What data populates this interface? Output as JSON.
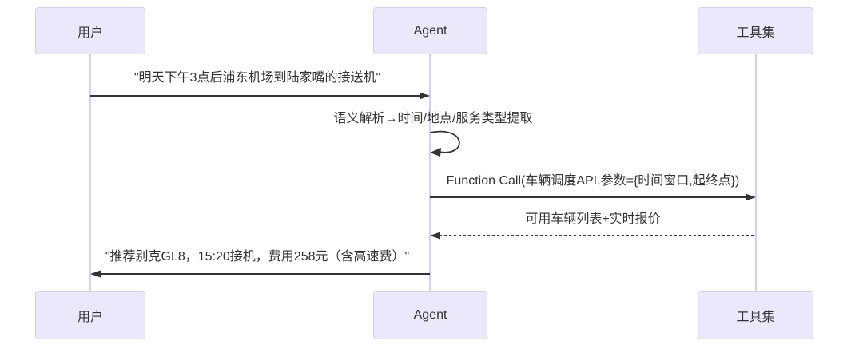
{
  "diagram": {
    "type": "sequence-diagram",
    "actors": [
      {
        "id": "user",
        "label": "用户"
      },
      {
        "id": "agent",
        "label": "Agent"
      },
      {
        "id": "toolset",
        "label": "工具集"
      }
    ],
    "messages": [
      {
        "from": "用户",
        "to": "Agent",
        "style": "solid",
        "label": "\"明天下午3点后浦东机场到陆家嘴的接送机\""
      },
      {
        "from": "Agent",
        "to": "Agent",
        "style": "self-loop",
        "label": "语义解析→时间/地点/服务类型提取"
      },
      {
        "from": "Agent",
        "to": "工具集",
        "style": "solid",
        "label": "Function Call(车辆调度API,参数={时间窗口,起终点})"
      },
      {
        "from": "工具集",
        "to": "Agent",
        "style": "dotted",
        "label": "可用车辆列表+实时报价"
      },
      {
        "from": "Agent",
        "to": "用户",
        "style": "solid",
        "label": "\"推荐别克GL8，15:20接机，费用258元（含高速费）\""
      }
    ],
    "colors": {
      "actor_fill": "#eae8fa",
      "actor_border": "#d8cff0",
      "lifeline": "#d7cfef",
      "arrow": "#333333",
      "text": "#333333",
      "background": "#ffffff"
    }
  }
}
